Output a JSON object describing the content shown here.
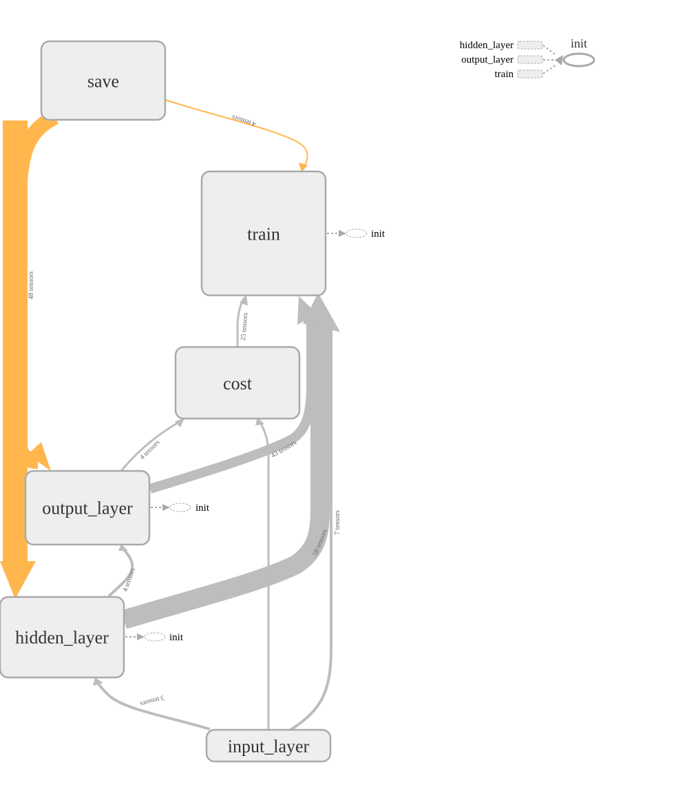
{
  "colors": {
    "node_fill": "#eeeeee",
    "node_stroke": "#a9a9a9",
    "edge_gray": "#bdbdbd",
    "edge_highlight": "#ffb74d"
  },
  "nodes": {
    "save": "save",
    "train": "train",
    "cost": "cost",
    "output_layer": "output_layer",
    "hidden_layer": "hidden_layer",
    "input_layer": "input_layer"
  },
  "init_nodes": {
    "train": "init",
    "output_layer": "init",
    "hidden_layer": "init"
  },
  "edges": {
    "save_to_train": "4 tensors",
    "save_to_output_layer": "48 tensors",
    "cost_to_train": "25 tensors",
    "output_layer_to_cost": "4 tensors",
    "output_layer_to_train": "43 tensors",
    "hidden_layer_to_output_layer": "4 tensors",
    "hidden_layer_to_train": "58 tensors",
    "input_layer_to_train": "7 tensors",
    "input_layer_to_hidden_layer": "3 tensors"
  },
  "legend": {
    "items": [
      "hidden_layer",
      "output_layer",
      "train"
    ],
    "target": "init"
  }
}
